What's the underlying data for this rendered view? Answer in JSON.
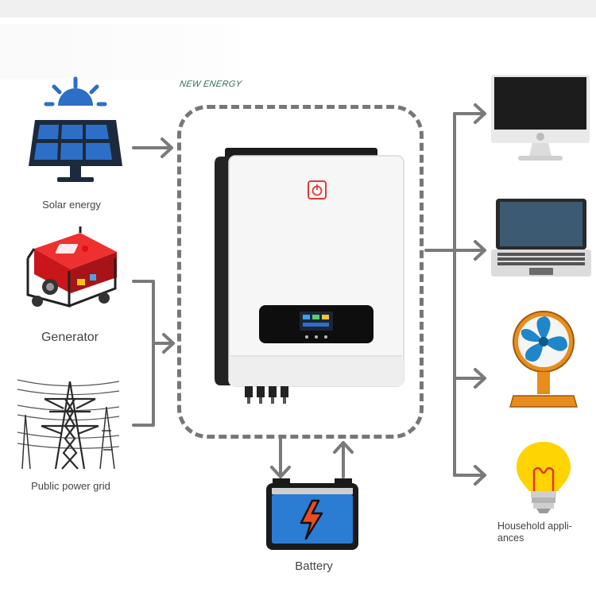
{
  "brand_text": "NEW ENERGY",
  "sources": [
    {
      "label": "Solar energy",
      "icon": "solar-panel-icon"
    },
    {
      "label": "Generator",
      "icon": "generator-icon"
    },
    {
      "label": "Public power grid",
      "icon": "power-tower-icon"
    }
  ],
  "storage": {
    "label": "Battery",
    "icon": "battery-icon"
  },
  "outputs": [
    {
      "icon": "desktop-monitor-icon"
    },
    {
      "icon": "laptop-icon"
    },
    {
      "icon": "fan-icon"
    },
    {
      "icon": "light-bulb-icon",
      "label": "Household appli-\nances"
    }
  ],
  "colors": {
    "arrow": "#7a7a7a",
    "dash": "#777777",
    "solar": "#2d6fc6",
    "generator": "#e0262a",
    "battery": "#2b7cd3",
    "bolt": "#e94b22"
  }
}
